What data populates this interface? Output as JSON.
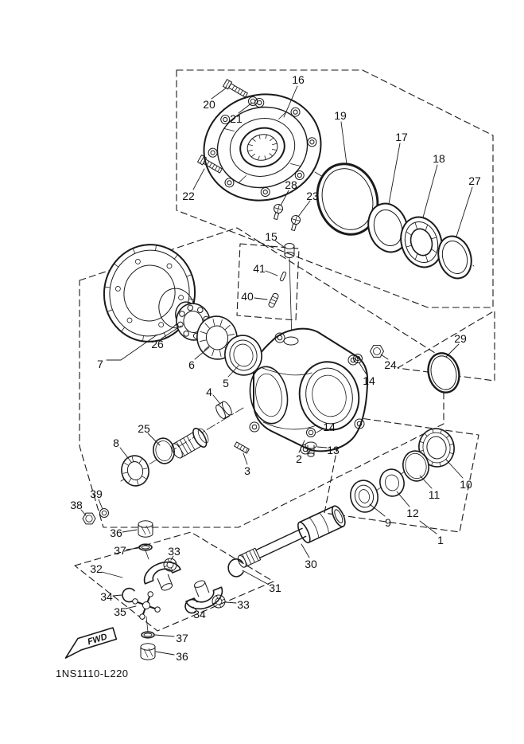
{
  "colors": {
    "line": "#1a1a1a",
    "background": "#ffffff",
    "text": "#111111"
  },
  "diagram": {
    "code": "1NS1110-L220",
    "fwd_label": "FWD",
    "callouts": [
      "20",
      "21",
      "16",
      "22",
      "28",
      "23",
      "19",
      "17",
      "18",
      "27",
      "15",
      "41",
      "40",
      "26",
      "6",
      "5",
      "7",
      "24",
      "14",
      "29",
      "4",
      "14",
      "13",
      "2",
      "25",
      "8",
      "3",
      "11",
      "10",
      "12",
      "9",
      "1",
      "38",
      "39",
      "36",
      "37",
      "32",
      "33",
      "34",
      "35",
      "34",
      "33",
      "30",
      "31",
      "37",
      "36"
    ]
  }
}
